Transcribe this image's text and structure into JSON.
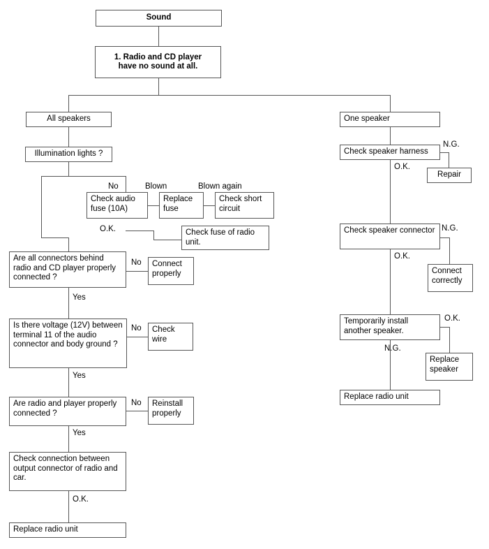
{
  "diagram": {
    "title": "Sound troubleshooting flowchart",
    "line_color": "#555555",
    "box_fill": "#ffffff",
    "text_color": "#000000"
  },
  "nodes": {
    "sound": "Sound",
    "symptom": "1. Radio and CD player\nhave no sound at all.",
    "symptom_line1": "1. Radio and CD player",
    "symptom_line2": "have no sound at all.",
    "all_speakers": "All speakers",
    "one_speaker": "One speaker",
    "illumination": "Illumination lights ?",
    "check_audio_fuse": "Check audio fuse (10A)",
    "replace_fuse": "Replace fuse",
    "check_short_circuit": "Check short circuit",
    "check_fuse_radio_unit": "Check fuse of radio unit.",
    "connectors_behind": "Are all connectors behind radio and CD player properly connected ?",
    "connect_properly": "Connect properly",
    "voltage_12v": "Is there voltage (12V) between terminal 11 of the audio connector and body ground ?",
    "check_wire": "Check wire",
    "radio_player_connected": "Are radio and player properly connected ?",
    "reinstall_properly": "Reinstall properly",
    "check_output_connector": "Check connection between output connector of radio and car.",
    "replace_radio_unit_left": "Replace radio unit",
    "check_speaker_harness": "Check speaker harness",
    "repair": "Repair",
    "check_speaker_connector": "Check speaker connector",
    "connect_correctly": "Connect correctly",
    "temporarily_install": "Temporarily install another speaker.",
    "replace_speaker": "Replace speaker",
    "replace_radio_unit_right": "Replace radio unit"
  },
  "edge_labels": {
    "illum_no": "No",
    "fuse_blown": "Blown",
    "fuse_blown_again": "Blown again",
    "fuse_ok": "O.K.",
    "connectors_no": "No",
    "connectors_yes": "Yes",
    "voltage_no": "No",
    "voltage_yes": "Yes",
    "radio_no": "No",
    "radio_yes": "Yes",
    "output_ok": "O.K.",
    "harness_ng": "N.G.",
    "harness_ok": "O.K.",
    "connector_ng": "N.G.",
    "connector_ok": "O.K.",
    "temp_ok": "O.K.",
    "temp_ng": "N.G."
  }
}
